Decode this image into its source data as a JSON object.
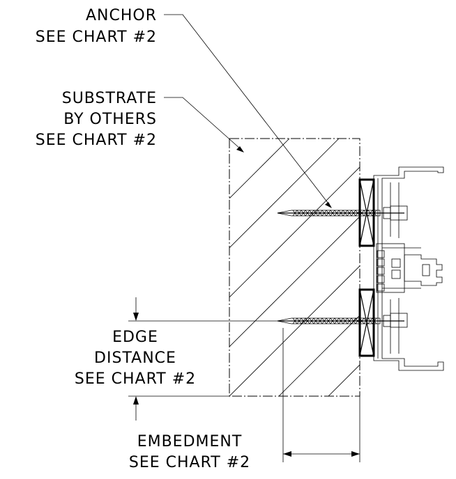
{
  "labels": {
    "anchor": {
      "line1": "ANCHOR",
      "line2": "SEE CHART #2"
    },
    "substrate": {
      "line1": "SUBSTRATE",
      "line2": "BY OTHERS",
      "line3": "SEE CHART #2"
    },
    "edge_distance": {
      "line1": "EDGE",
      "line2": "DISTANCE",
      "line3": "SEE CHART #2"
    },
    "embedment": {
      "line1": "EMBEDMENT",
      "line2": "SEE CHART #2"
    }
  }
}
